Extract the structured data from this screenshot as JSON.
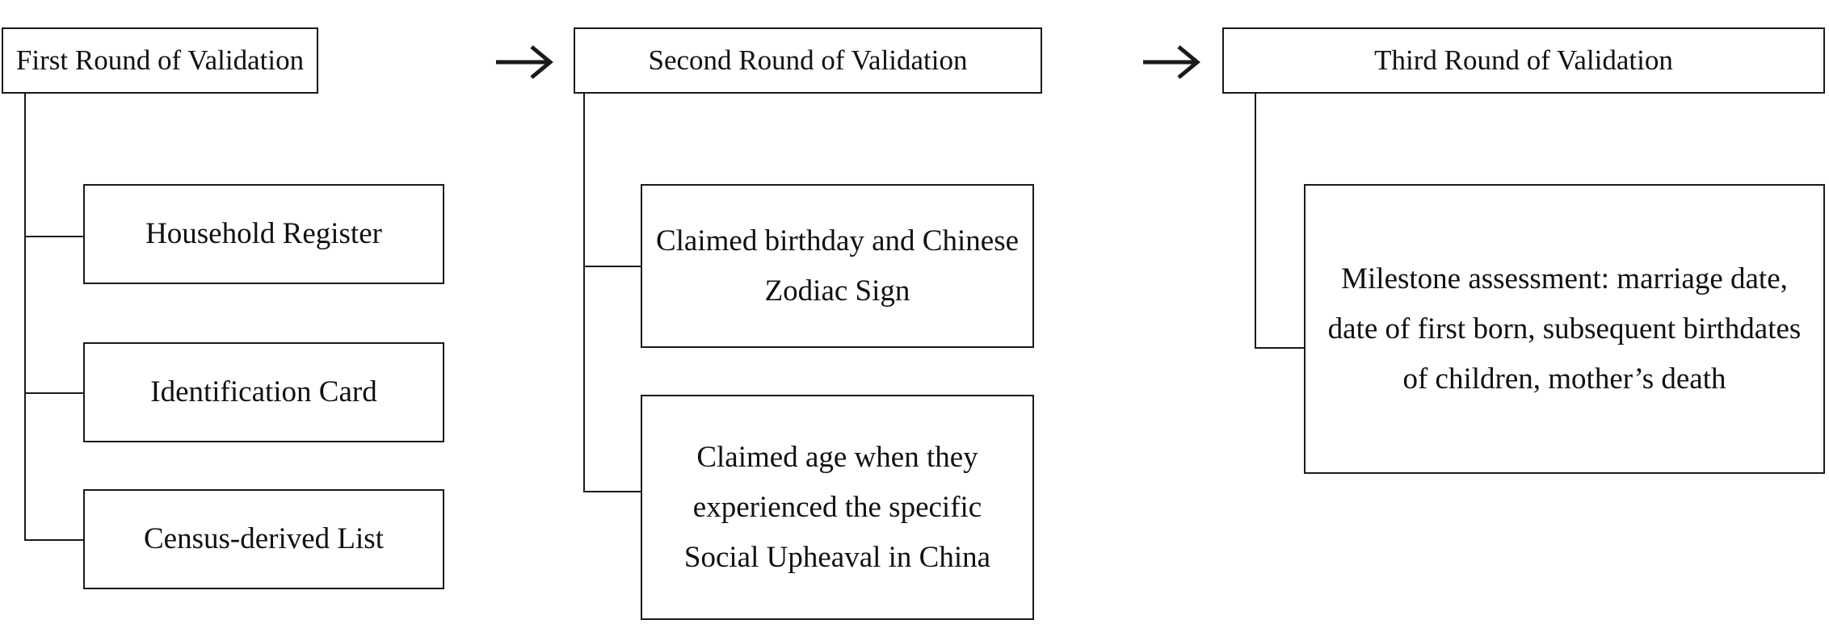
{
  "diagram": {
    "stages": [
      {
        "title": "First Round of Validation",
        "items": [
          "Household Register",
          "Identification Card",
          "Census-derived List"
        ]
      },
      {
        "title": "Second Round of Validation",
        "items": [
          "Claimed birthday and Chinese Zodiac Sign",
          "Claimed age when they experienced the specific Social Upheaval in China"
        ]
      },
      {
        "title": "Third Round of Validation",
        "items": [
          "Milestone assessment: marriage date, date of first born, subsequent birthdates of children, mother’s death"
        ]
      }
    ]
  }
}
